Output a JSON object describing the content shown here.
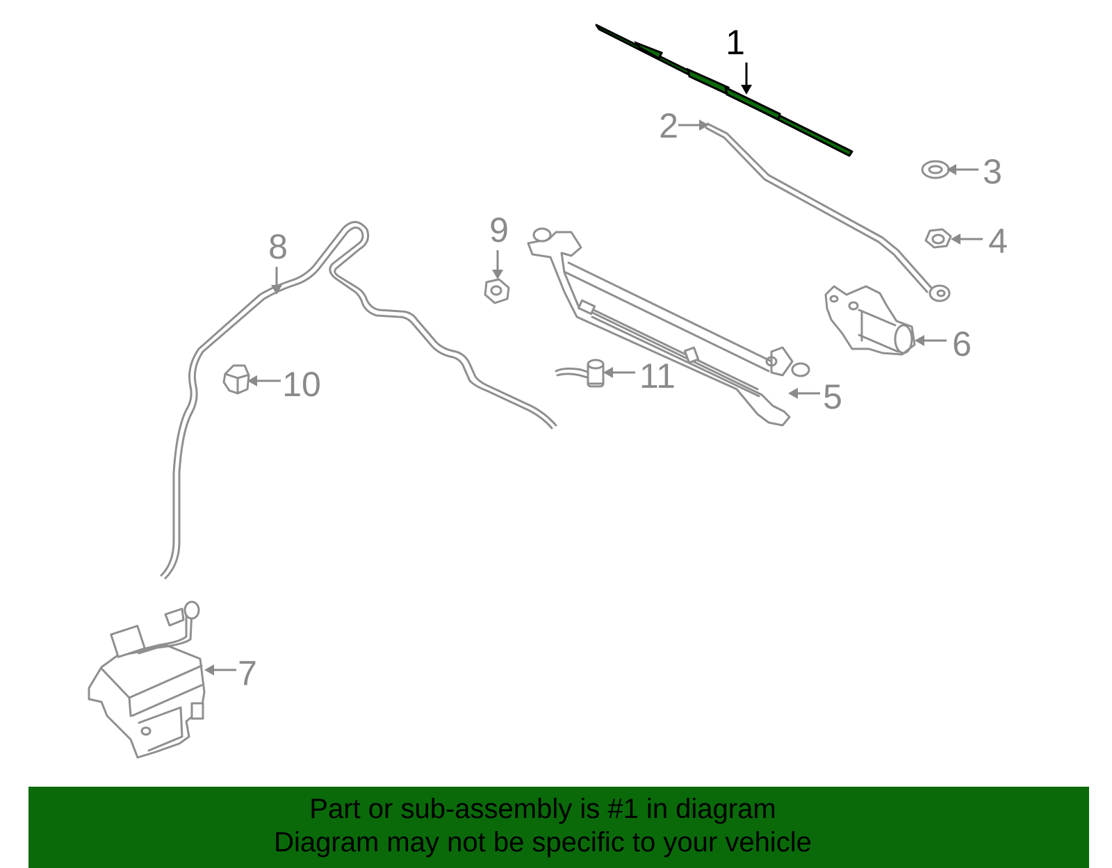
{
  "diagram": {
    "highlight_color": "#0a6a0a",
    "line_color": "#8f8f8f",
    "callouts": [
      {
        "id": "1",
        "label": "1",
        "highlighted": true
      },
      {
        "id": "2",
        "label": "2",
        "highlighted": false
      },
      {
        "id": "3",
        "label": "3",
        "highlighted": false
      },
      {
        "id": "4",
        "label": "4",
        "highlighted": false
      },
      {
        "id": "5",
        "label": "5",
        "highlighted": false
      },
      {
        "id": "6",
        "label": "6",
        "highlighted": false
      },
      {
        "id": "7",
        "label": "7",
        "highlighted": false
      },
      {
        "id": "8",
        "label": "8",
        "highlighted": false
      },
      {
        "id": "9",
        "label": "9",
        "highlighted": false
      },
      {
        "id": "10",
        "label": "10",
        "highlighted": false
      },
      {
        "id": "11",
        "label": "11",
        "highlighted": false
      }
    ]
  },
  "banner": {
    "background": "#0a6a0a",
    "line1": "Part or sub-assembly is #1 in diagram",
    "line2": "Diagram may not be specific to your vehicle"
  }
}
